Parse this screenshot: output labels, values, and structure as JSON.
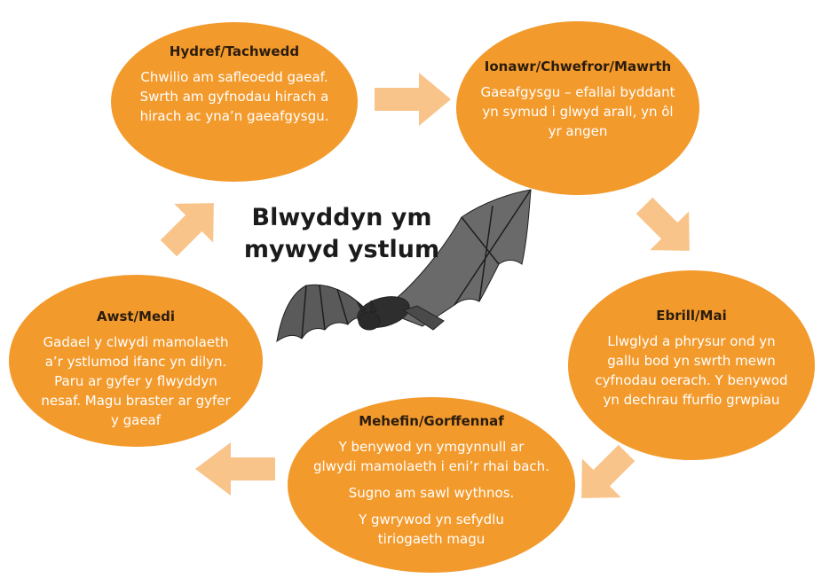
{
  "diagram": {
    "title_line1": "Blwyddyn ym",
    "title_line2": "mywyd ystlum",
    "colors": {
      "oval": "#f39a2c",
      "arrow": "#f9c48a",
      "heading": "#2a1c0e",
      "body_text": "#ffffff"
    },
    "stages": [
      {
        "heading": "Hydref/Tachwedd",
        "lines": [
          "Chwilio am safleoedd gaeaf.",
          "Swrth am gyfnodau hirach a",
          "hirach ac yna’n gaeafgysgu."
        ]
      },
      {
        "heading": "Ionawr/Chwefror/Mawrth",
        "lines": [
          "Gaeafgysgu – efallai byddant",
          "yn symud i glwyd arall, yn ôl",
          "yr angen"
        ]
      },
      {
        "heading": "Ebrill/Mai",
        "lines": [
          "Llwglyd a phrysur ond yn",
          "gallu bod yn swrth mewn",
          "cyfnodau oerach. Y benywod",
          "yn dechrau ffurfio grwpiau"
        ]
      },
      {
        "heading": "Mehefin/Gorffennaf",
        "para1": [
          "Y benywod yn ymgynnull ar",
          "glwydi mamolaeth i eni’r rhai bach."
        ],
        "para2": [
          "Sugno am sawl wythnos."
        ],
        "para3": [
          "Y gwrywod yn sefydlu",
          "tiriogaeth magu"
        ]
      },
      {
        "heading": "Awst/Medi",
        "lines": [
          "Gadael y clwydi mamolaeth",
          "a’r ystlumod ifanc yn dilyn.",
          "Paru ar gyfer y flwyddyn",
          "nesaf. Magu braster ar gyfer",
          "y gaeaf"
        ]
      }
    ],
    "illustration": "bat-illustration"
  }
}
